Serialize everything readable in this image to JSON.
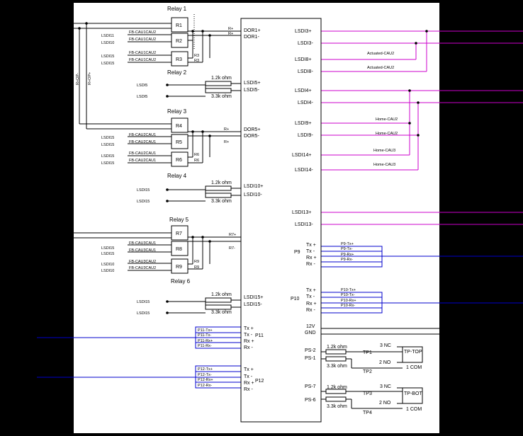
{
  "relays": {
    "relay1": {
      "title": "Relay 1",
      "r1": "R1",
      "r2": "R2",
      "r3": "R3",
      "fb1": "FB-CAU1CAU2",
      "fb2": "FB-CAU1CAU2",
      "fb3": "FB-CAU1CAU2",
      "fb4": "FB-CAU1CAU2",
      "l1": "LSDI11",
      "l2": "LSDI10",
      "l3": "LSDI15",
      "l4": "LSDI15",
      "rp": "R+",
      "rm": "R+",
      "r3a": "R3",
      "r3b": "R3"
    },
    "relay2": {
      "title": "Relay 2",
      "lsd_a": "LSDI5",
      "lsd_b": "LSDI5"
    },
    "relay3": {
      "title": "Relay 3",
      "r4": "R4",
      "r5": "R5",
      "r6": "R6",
      "fb1": "FB-CAU2CAU1",
      "fb2": "FB-CAU2CAU1",
      "fb3": "FB-CAU2CAU1",
      "fb4": "FB-CAU2CAU1",
      "l1": "LSDI15",
      "l2": "LSDI15",
      "l3": "LSDI15",
      "l4": "LSDI15",
      "rp": "R+",
      "rm": "R+",
      "r6a": "R6",
      "r6b": "R6"
    },
    "relay4": {
      "title": "Relay 4",
      "lsd_a": "LSDI15",
      "lsd_b": "LSDI15"
    },
    "relay5": {
      "title": "Relay 5",
      "r7": "R7",
      "r8": "R8",
      "r9": "R9",
      "fb1": "FB-CAU3CAU1",
      "fb2": "FB-CAU3CAU1",
      "fb3": "FB-CAU3CAU2",
      "fb4": "FB-CAU3CAU2",
      "l1": "LSDI15",
      "l2": "LSDI15",
      "l3": "LSDI10",
      "l4": "LSDI10",
      "rp": "R7+",
      "rm": "R7-",
      "r9a": "R9",
      "r9b": "R9"
    },
    "relay6": {
      "title": "Relay 6",
      "lsd_a": "LSDI15",
      "lsd_b": "LSDI15"
    }
  },
  "left_vertical": {
    "a": "R+OP-",
    "b": "R+OP+"
  },
  "resistors": {
    "r12k": "1.2k ohm",
    "r33k": "3.3k ohm"
  },
  "module": {
    "left": [
      "DOR1+",
      "DOR1-",
      "LSDI5+",
      "LSDI5-",
      "DOR5+",
      "DOR5-",
      "LSDI10+",
      "LSDI10-",
      "LSDI15+",
      "LSDI15-"
    ],
    "right": [
      "LSDI3+",
      "LSDI3-",
      "LSDI8+",
      "LSDI8-",
      "LSDI4+",
      "LSDI4-",
      "LSDI9+",
      "LSDI9-",
      "LSDI14+",
      "LSDI14-",
      "LSDI13+",
      "LSDI13-"
    ],
    "p11": [
      "Tx +",
      "Tx -",
      "Rx +",
      "Rx -"
    ],
    "p11_label": "P11",
    "p12": [
      "Tx +",
      "Tx -",
      "Rx +",
      "Rx -"
    ],
    "p12_label": "P12",
    "p9": [
      "Tx +",
      "Tx -",
      "Rx +",
      "Rx -"
    ],
    "p9_label": "P9",
    "p10": [
      "Tx +",
      "Tx -",
      "Rx +",
      "Rx -"
    ],
    "p10_label": "P10",
    "power": [
      "12V",
      "GND"
    ],
    "ps": [
      "PS-2",
      "PS-1",
      "PS-7",
      "PS-6"
    ]
  },
  "right_tags": {
    "act1": "Actuated-CAU2",
    "act2": "Actuated-CAU2",
    "home1": "Home-CAU2",
    "home2": "Home-CAU2",
    "home3": "Home-CAU3",
    "home4": "Home-CAU3"
  },
  "port_lines": {
    "p11": [
      "P11-Tx+",
      "P11-Tx-",
      "P11-Rx+",
      "P11-Rx-"
    ],
    "p12": [
      "P12-Tx+",
      "P12-Tx-",
      "P12-Rx+",
      "P12-Rx-"
    ],
    "p9": [
      "P9-Tx+",
      "P9-Tx-",
      "P9-Rx+",
      "P9-Rx-"
    ],
    "p10": [
      "P10-Tx+",
      "P10-Tx-",
      "P10-Rx+",
      "P10-Rx-"
    ]
  },
  "switches": {
    "top": {
      "name": "TP-TOP",
      "tp1": "TP1",
      "tp2": "TP2",
      "nc": "3 NC",
      "no": "2 NO",
      "com": "1 COM"
    },
    "bot": {
      "name": "TP-BOT",
      "tp1": "TP3",
      "tp2": "TP4",
      "nc": "3 NC",
      "no": "2 NO",
      "com": "1 COM"
    }
  },
  "colors": {
    "magenta": "#cc00cc",
    "blue": "#0000cc",
    "background": "#000000",
    "sheet": "#ffffff"
  }
}
